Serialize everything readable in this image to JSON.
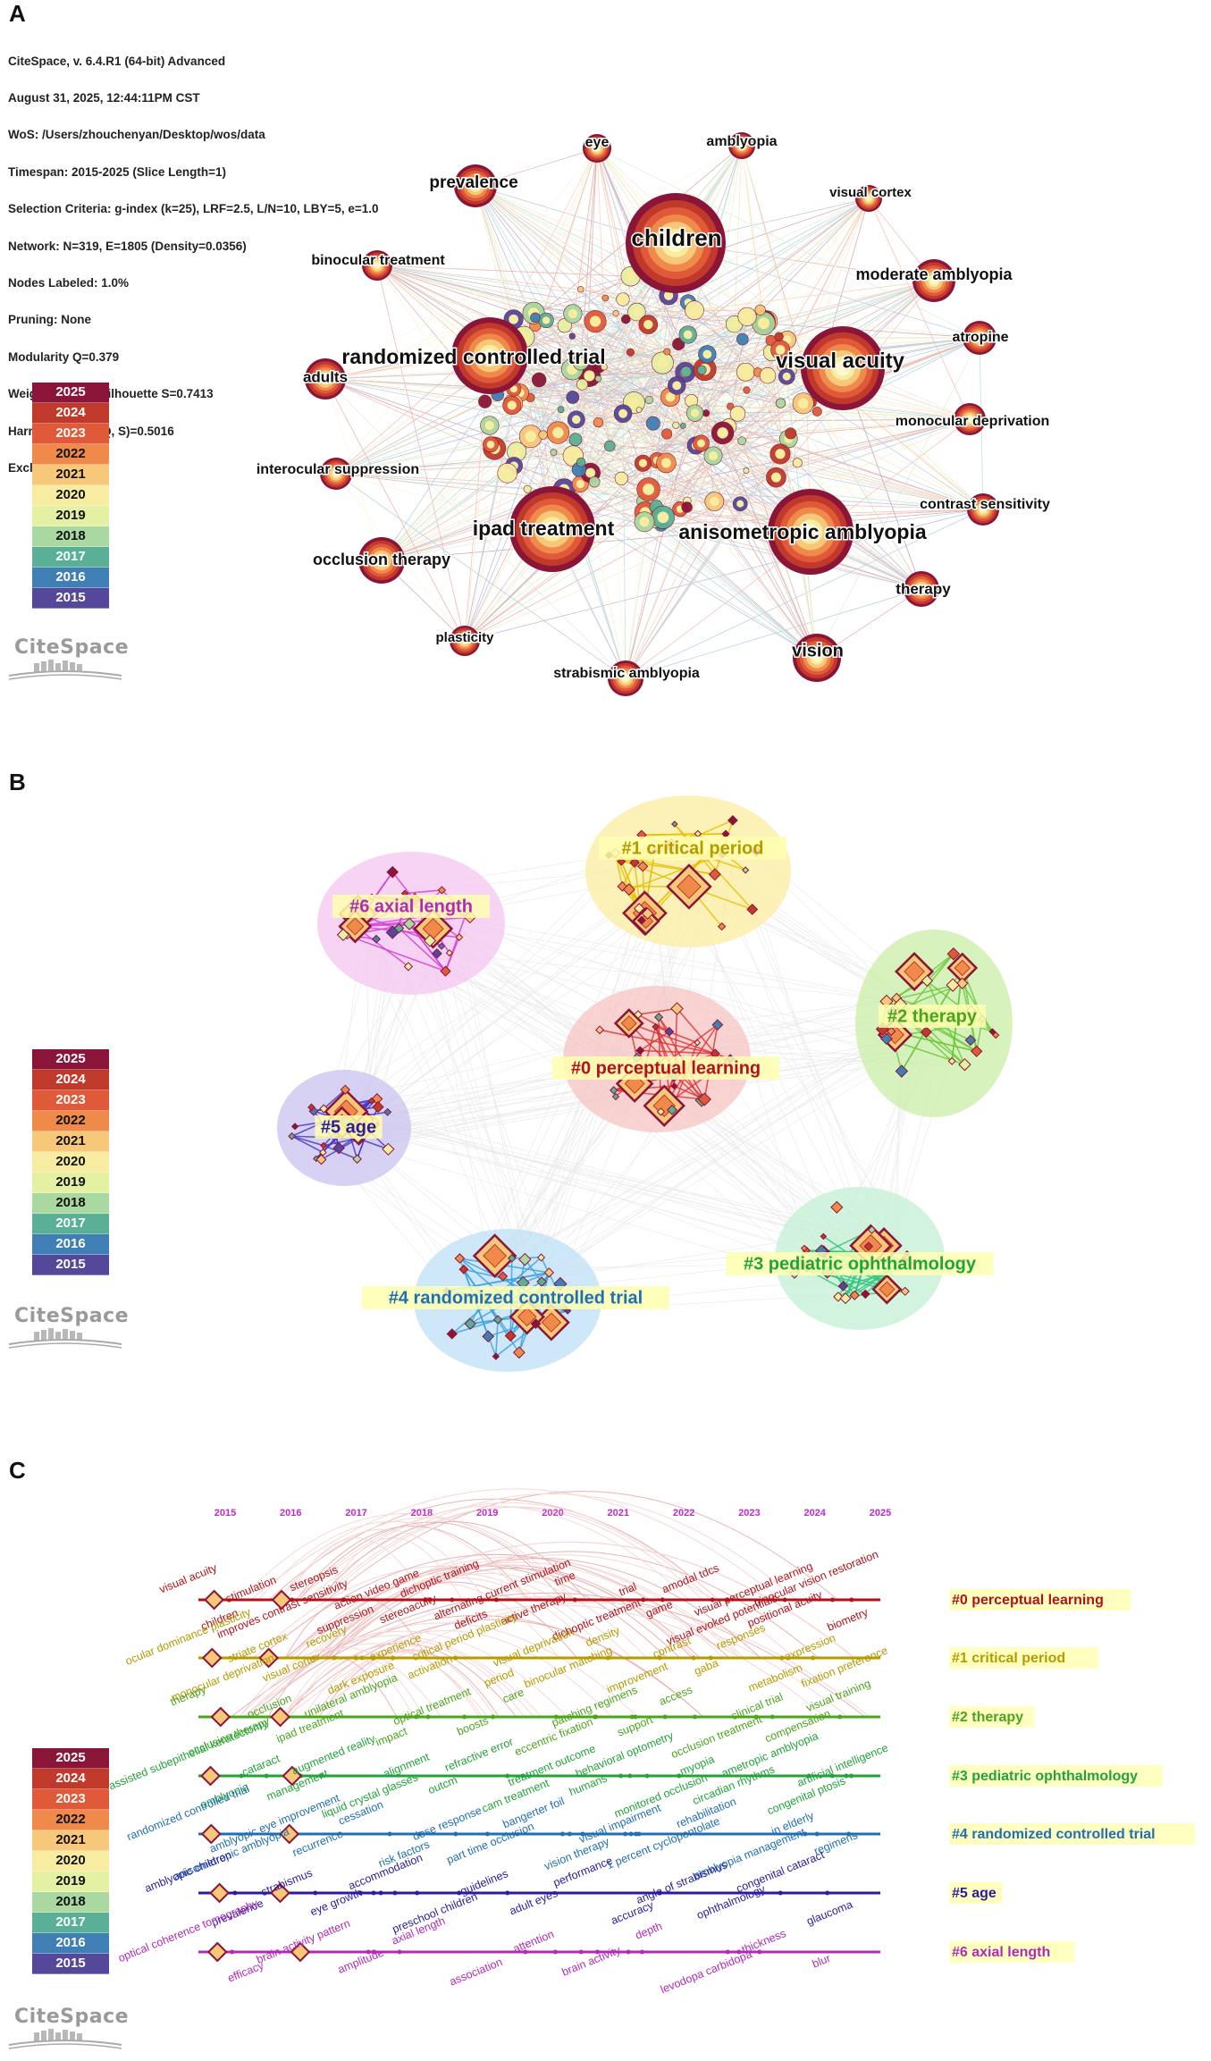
{
  "legend_years": [
    "2025",
    "2024",
    "2023",
    "2022",
    "2021",
    "2020",
    "2019",
    "2018",
    "2017",
    "2016",
    "2015"
  ],
  "legend_colors": [
    "#8a1538",
    "#c0392b",
    "#e05a3a",
    "#f08a4b",
    "#f7c77a",
    "#f7eca0",
    "#e4f0a2",
    "#a9d8a0",
    "#59b096",
    "#3f7fb5",
    "#55479a"
  ],
  "logo_text": "CiteSpace",
  "panel_a": {
    "letter": "A",
    "info_lines": [
      "CiteSpace, v. 6.4.R1 (64-bit) Advanced",
      "August 31, 2025, 12:44:11PM CST",
      "WoS: /Users/zhouchenyan/Desktop/wos/data",
      "Timespan: 2015-2025 (Slice Length=1)",
      "Selection Criteria: g-index (k=25), LRF=2.5, L/N=10, LBY=5, e=1.0",
      "Network: N=319, E=1805 (Density=0.0356)",
      "Nodes Labeled: 1.0%",
      "Pruning: None",
      "Modularity Q=0.379",
      "Weighted Mean Silhouette S=0.7413",
      "Harmonic Mean(Q, S)=0.5016",
      "Excluded:"
    ],
    "nodes": [
      {
        "label": "children",
        "size": "large"
      },
      {
        "label": "visual acuity",
        "size": "large"
      },
      {
        "label": "randomized controlled trial",
        "size": "large"
      },
      {
        "label": "ipad treatment",
        "size": "large"
      },
      {
        "label": "anisometropic amblyopia",
        "size": "large"
      },
      {
        "label": "prevalence",
        "size": "medium"
      },
      {
        "label": "eye",
        "size": "small"
      },
      {
        "label": "amblyopia",
        "size": "small"
      },
      {
        "label": "visual cortex",
        "size": "small"
      },
      {
        "label": "binocular treatment",
        "size": "small"
      },
      {
        "label": "moderate amblyopia",
        "size": "medium"
      },
      {
        "label": "atropine",
        "size": "small"
      },
      {
        "label": "adults",
        "size": "medium"
      },
      {
        "label": "monocular deprivation",
        "size": "small"
      },
      {
        "label": "interocular suppression",
        "size": "small"
      },
      {
        "label": "contrast sensitivity",
        "size": "small"
      },
      {
        "label": "occlusion therapy",
        "size": "medium"
      },
      {
        "label": "therapy",
        "size": "small"
      },
      {
        "label": "plasticity",
        "size": "small"
      },
      {
        "label": "vision",
        "size": "medium"
      },
      {
        "label": "strabismic amblyopia",
        "size": "small"
      }
    ]
  },
  "panel_b": {
    "letter": "B",
    "clusters": [
      {
        "label": "#1 critical period",
        "color": "#b59a00"
      },
      {
        "label": "#6 axial length",
        "color": "#b12bb8"
      },
      {
        "label": "#2 therapy",
        "color": "#4aa51c"
      },
      {
        "label": "#0 perceptual learning",
        "color": "#b3121a"
      },
      {
        "label": "#5 age",
        "color": "#2a1c9c"
      },
      {
        "label": "#3 pediatric ophthalmology",
        "color": "#22a33a"
      },
      {
        "label": "#4 randomized controlled trial",
        "color": "#1f6fb2"
      }
    ]
  },
  "panel_c": {
    "letter": "C",
    "years": [
      "2015",
      "2016",
      "2017",
      "2018",
      "2019",
      "2020",
      "2021",
      "2022",
      "2023",
      "2024",
      "2025"
    ],
    "clusters": [
      {
        "label": "#0 perceptual learning",
        "color": "#b3121a",
        "terms": [
          "visual acuity",
          "children",
          "stimulation",
          "improves contrast sensitivity",
          "stereopsis",
          "suppression",
          "action video game",
          "stereoacuity",
          "dichoptic training",
          "deficits",
          "alternating current stimulation",
          "active therapy",
          "time",
          "dichoptic treatment",
          "trial",
          "game",
          "amodal tdcs",
          "visual evoked potentials",
          "visual perceptual learning",
          "positional acuity",
          "binocular vision restoration",
          "biometry"
        ]
      },
      {
        "label": "#1 critical period",
        "color": "#b59a00",
        "terms": [
          "ocular dominance plasticity",
          "monocular deprivation",
          "striate cortex",
          "visual cortex",
          "recovery",
          "dark exposure",
          "experience",
          "activation",
          "critical period plasticity",
          "period",
          "visual deprivation",
          "binocular matching",
          "density",
          "improvement",
          "contrast",
          "gaba",
          "responses",
          "metabolism",
          "expression",
          "fixation preference"
        ]
      },
      {
        "label": "#2 therapy",
        "color": "#4aa51c",
        "terms": [
          "therapy",
          "occlusion therapy",
          "occlusion",
          "ipad treatment",
          "unilateral amblyopia",
          "impact",
          "optical treatment",
          "boosts",
          "care",
          "eccentric fixation",
          "patching regimens",
          "support",
          "access",
          "occlusion treatment",
          "clinical trial",
          "compensation",
          "visual training"
        ]
      },
      {
        "label": "#3 pediatric ophthalmology",
        "color": "#22a33a",
        "terms": [
          "assisted subepithelial keratectomy",
          "amblyopia",
          "cataract",
          "management",
          "augmented reality",
          "liquid crystal glasses",
          "alignment",
          "outcm",
          "refractive error",
          "cam treatment",
          "treatment outcome",
          "humans",
          "behavioral optometry",
          "monitored occlusion",
          "myopia",
          "circadian rhythms",
          "ametropic amblyopia",
          "congenital ptosis",
          "artificial intelligence"
        ]
      },
      {
        "label": "#4 randomized controlled trial",
        "color": "#1f6fb2",
        "terms": [
          "randomized controlled trial",
          "anisometropic amblyopia",
          "amblyopic eye improvement",
          "recurrence",
          "cessation",
          "risk factors",
          "dose response",
          "part time occlusion",
          "bangerter foil",
          "vision therapy",
          "visual impairment",
          "1 percent cyclopentolate",
          "rehabilitation",
          "amblyopia management",
          "in elderly",
          "regimens"
        ]
      },
      {
        "label": "#5 age",
        "color": "#2a1c9c",
        "terms": [
          "amblyopic children",
          "prevalence",
          "strabismus",
          "eye growth",
          "accommodation",
          "preschool children",
          "guidelines",
          "adult eyes",
          "performance",
          "accuracy",
          "angle of strabismus",
          "ophthalmology",
          "congenital cataract",
          "glaucoma"
        ]
      },
      {
        "label": "#6 axial length",
        "color": "#b12bb8",
        "terms": [
          "optical coherence tomography",
          "efficacy",
          "brain activity pattern",
          "amplitude",
          "axial length",
          "association",
          "attention",
          "brain activity",
          "depth",
          "levodopa carbidopa",
          "thickness",
          "blur"
        ]
      }
    ]
  }
}
